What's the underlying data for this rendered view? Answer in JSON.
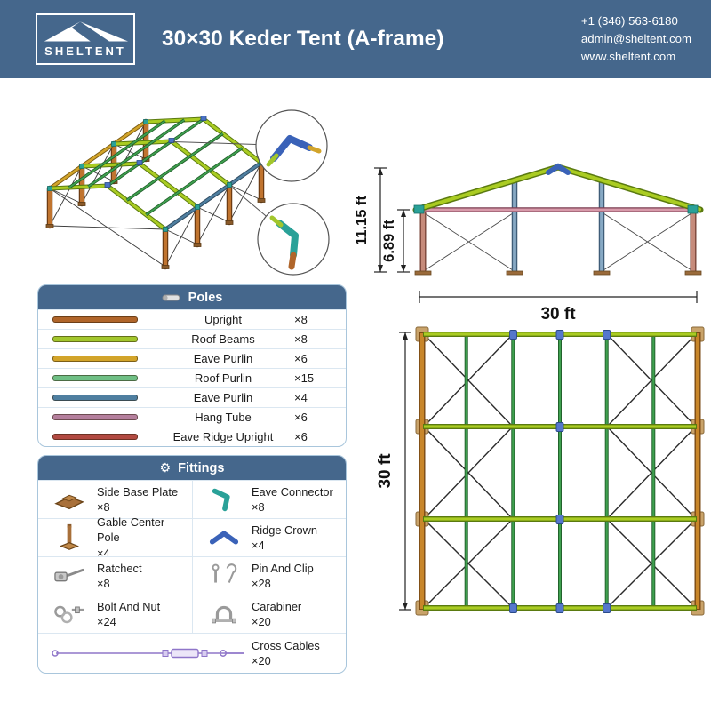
{
  "theme": {
    "header_bg": "#45678c",
    "card_border": "#a9c6dc",
    "accent_blue": "#3a62b8",
    "accent_teal": "#2aa198"
  },
  "header": {
    "logo_text": "SHELTENT",
    "title": "30×30 Keder Tent (A-frame)",
    "phone": "+1 (346) 563-6180",
    "email": "admin@sheltent.com",
    "website": "www.sheltent.com"
  },
  "elevation": {
    "ridge_height_label": "11.15 ft",
    "eave_height_label": "6.89 ft",
    "width_label": "30 ft"
  },
  "plan": {
    "depth_label": "30 ft"
  },
  "poles": {
    "title": "Poles",
    "rows": [
      {
        "name": "Upright",
        "qty": "×8",
        "color": "#b0652a"
      },
      {
        "name": "Roof Beams",
        "qty": "×8",
        "color": "#a2c62c"
      },
      {
        "name": "Eave Purlin",
        "qty": "×6",
        "color": "#d2a42a"
      },
      {
        "name": "Roof Purlin",
        "qty": "×15",
        "color": "#6fbf85"
      },
      {
        "name": "Eave Purlin",
        "qty": "×4",
        "color": "#4f7fa0"
      },
      {
        "name": "Hang Tube",
        "qty": "×6",
        "color": "#b57f9d"
      },
      {
        "name": "Eave Ridge Upright",
        "qty": "×6",
        "color": "#b24a42"
      }
    ]
  },
  "fittings": {
    "title": "Fittings",
    "items": [
      {
        "name": "Side Base Plate",
        "qty": "×8"
      },
      {
        "name": "Eave Connector",
        "qty": "×8"
      },
      {
        "name": "Gable Center Pole",
        "qty": "×4"
      },
      {
        "name": "Ridge Crown",
        "qty": "×4"
      },
      {
        "name": "Ratchect",
        "qty": "×8"
      },
      {
        "name": "Pin And Clip",
        "qty": "×28"
      },
      {
        "name": "Bolt And Nut",
        "qty": "×24"
      },
      {
        "name": "Carabiner",
        "qty": "×20"
      }
    ],
    "cross_cables": {
      "name": "Cross Cables",
      "qty": "×20"
    }
  }
}
